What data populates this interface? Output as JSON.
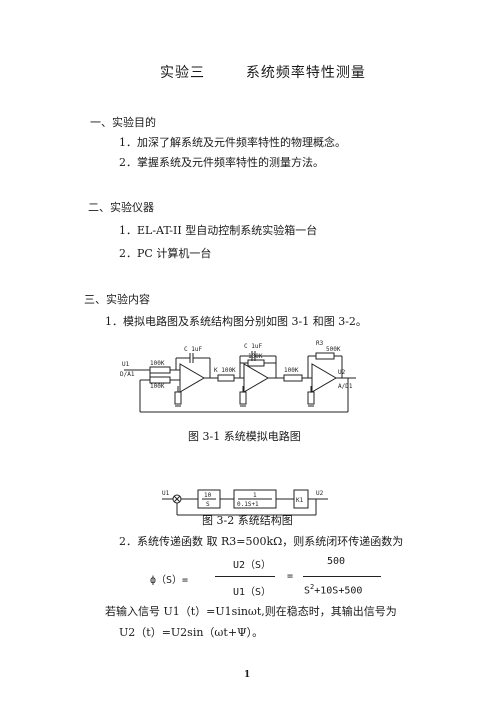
{
  "doc": {
    "title_main": "实验三",
    "title_sub": "系统频率特性测量",
    "section1": {
      "heading": "一、实验目的",
      "items": [
        "1．加深了解系统及元件频率特性的物理概念。",
        "2．掌握系统及元件频率特性的测量方法。"
      ]
    },
    "section2": {
      "heading": "二、实验仪器",
      "items": [
        "1．EL-AT-II 型自动控制系统实验箱一台",
        "2．PC 计算机一台"
      ]
    },
    "section3": {
      "heading": "三、实验内容",
      "item1": "1．模拟电路图及系统结构图分别如图 3-1 和图 3-2。",
      "fig1_caption": "图 3-1  系统模拟电路图",
      "fig2_caption": "图  3-2  系统结构图",
      "item2": "2．系统传递函数    取 R3=500kΩ，则系统闭环传递函数为",
      "tf_lhs": "ф（S）=",
      "tf_num1": "U2（S）",
      "tf_den1": "U1（S）",
      "tf_eq": "=",
      "tf_num2": "500",
      "tf_den2_a": "S",
      "tf_den2_sup": "2",
      "tf_den2_b": "+10S+500",
      "input_line": "若输入信号 U1（t）=U1sinωt,则在稳态时，其输出信号为",
      "output_line": "U2（t）=U2sin（ωt+Ψ）。"
    },
    "page_number": "1"
  },
  "circuit": {
    "u1": "U1",
    "da1": "D/A1",
    "r1": "100K",
    "r2": "100K",
    "c1": "C 1uF",
    "k": "K 100K",
    "c2": "C 1uF",
    "r4": "100K",
    "r5": "100K",
    "r3": "R3",
    "r3v": "500K",
    "u2": "U2",
    "ad1": "A/D1"
  },
  "block": {
    "u1": "U1",
    "u2": "U2",
    "b1_num": "10",
    "b1_den": "S",
    "b2_num": "1",
    "b2_den": "0.1S+1",
    "b3": "K1"
  }
}
